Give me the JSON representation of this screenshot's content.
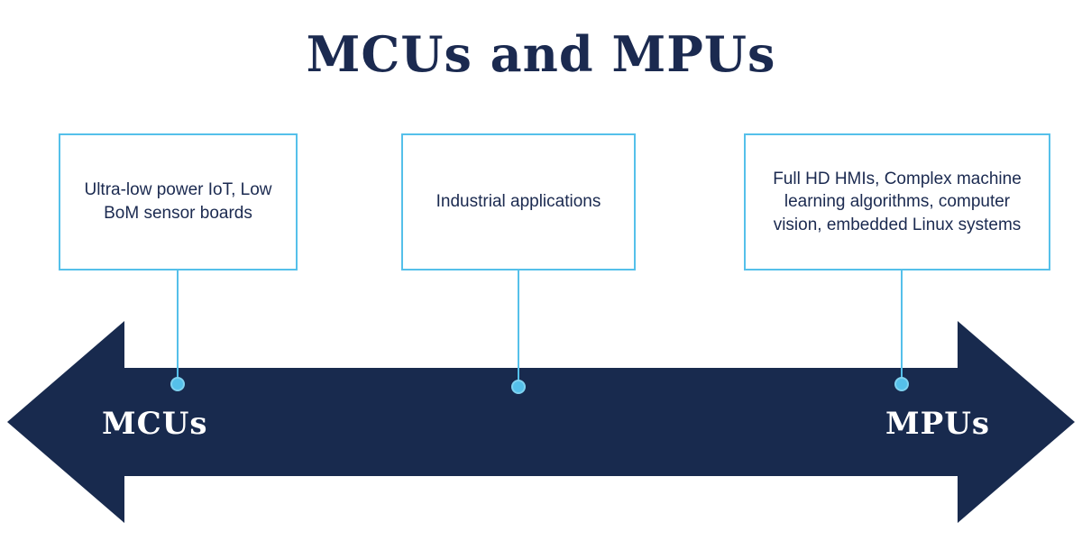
{
  "title": "MCUs and MPUs",
  "spectrum": {
    "left_label": "MCUs",
    "right_label": "MPUs"
  },
  "callouts": [
    {
      "text": "Ultra-low power IoT, Low BoM sensor boards"
    },
    {
      "text": "Industrial applications"
    },
    {
      "text": "Full HD HMIs, Complex machine learning algorithms, computer vision, embedded Linux systems"
    }
  ],
  "colors": {
    "navy": "#182a4e",
    "light_blue": "#55c0ea",
    "background": "#ffffff"
  }
}
